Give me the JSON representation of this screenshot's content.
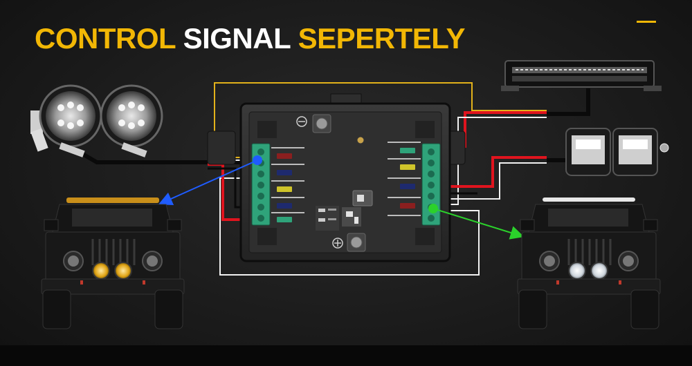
{
  "title": {
    "part1": "CONTROL",
    "part2": "SIGNAL",
    "part3": "SEPERTELY"
  },
  "colors": {
    "accent": "#f2b705",
    "text": "#ffffff",
    "wire_red": "#e0141e",
    "wire_white": "#f2f2f2",
    "wire_yellow": "#e3b21a",
    "terminal_green": "#2fa37a",
    "signal_blue": "#1f5cff",
    "signal_green": "#2bd12b"
  },
  "icons": {
    "left_lights": "round-led-pod-lights",
    "top_right_bar": "led-light-bar",
    "right_cubes": "led-cube-pod-lights",
    "left_vehicle": "jeep-front-with-amber-lights",
    "right_vehicle": "jeep-front-with-white-lights",
    "center_box": "relay-fuse-box",
    "screw": "screw-terminal-icon"
  }
}
